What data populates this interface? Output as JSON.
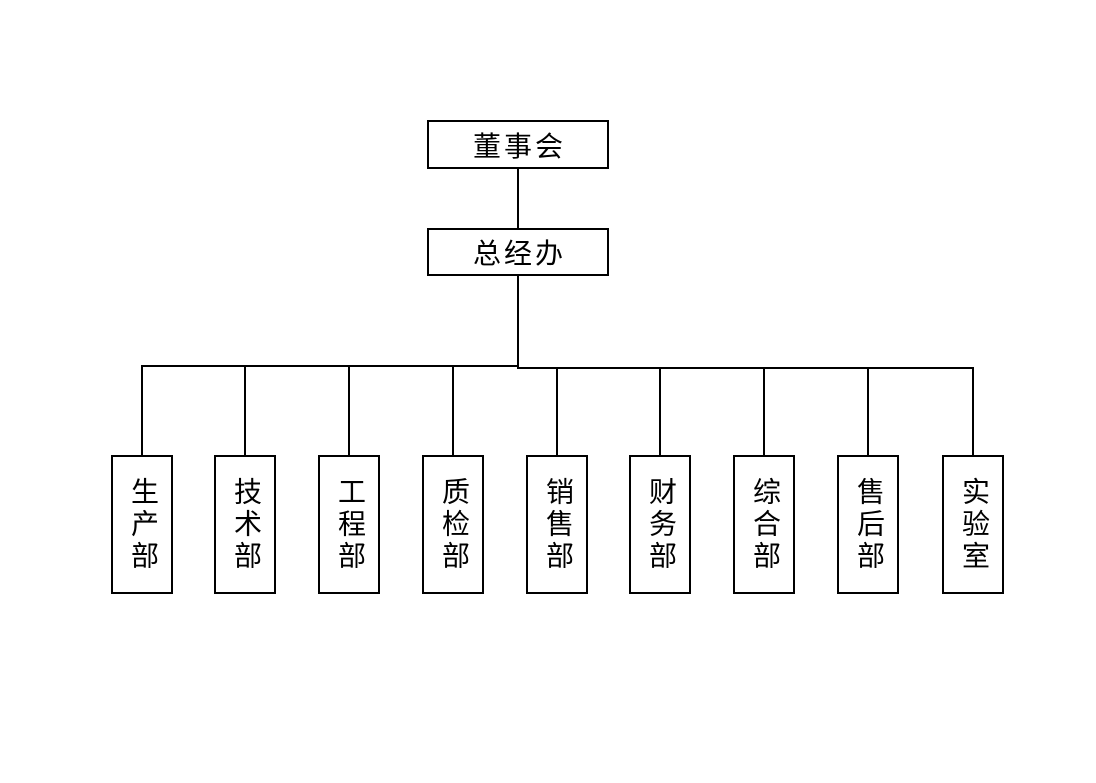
{
  "org_chart": {
    "root": {
      "label": "董事会"
    },
    "executive": {
      "label": "总经办"
    },
    "departments": [
      {
        "label": "生产部"
      },
      {
        "label": "技术部"
      },
      {
        "label": "工程部"
      },
      {
        "label": "质检部"
      },
      {
        "label": "销售部"
      },
      {
        "label": "财务部"
      },
      {
        "label": "综合部"
      },
      {
        "label": "售后部"
      },
      {
        "label": "实验室"
      }
    ]
  },
  "colors": {
    "background": "#ffffff",
    "box_background": "#ffffff",
    "box_border": "#000000",
    "connector_line": "#000000",
    "text": "#000000"
  }
}
